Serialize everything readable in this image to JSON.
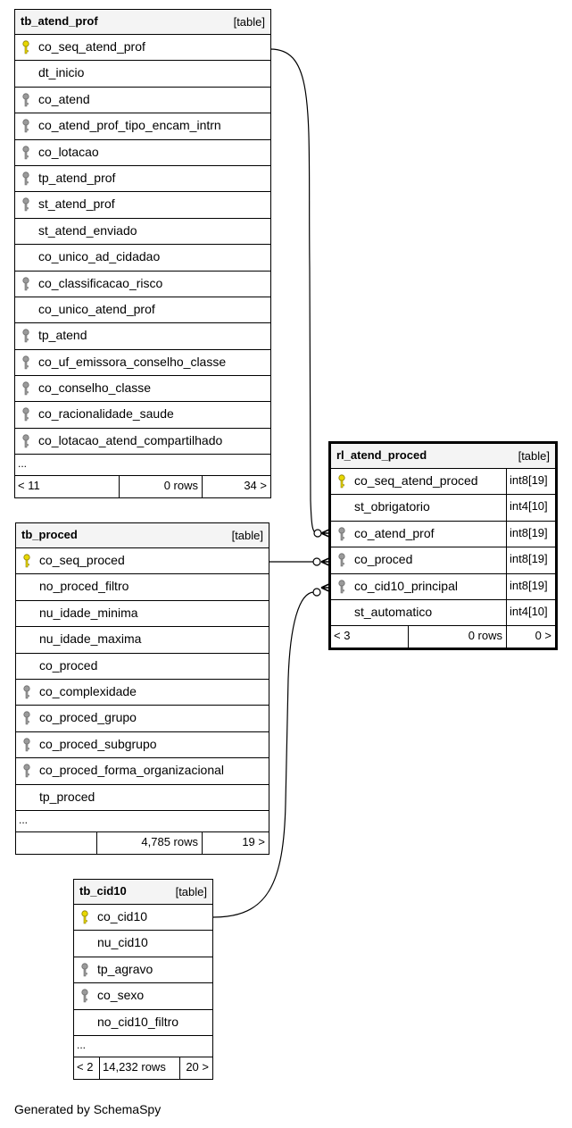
{
  "tables": {
    "tb_atend_prof": {
      "name": "tb_atend_prof",
      "type_label": "[table]",
      "columns": [
        {
          "name": "co_seq_atend_prof",
          "key": "primary"
        },
        {
          "name": "dt_inicio",
          "key": "none"
        },
        {
          "name": "co_atend",
          "key": "foreign"
        },
        {
          "name": "co_atend_prof_tipo_encam_intrn",
          "key": "foreign"
        },
        {
          "name": "co_lotacao",
          "key": "foreign"
        },
        {
          "name": "tp_atend_prof",
          "key": "foreign"
        },
        {
          "name": "st_atend_prof",
          "key": "foreign"
        },
        {
          "name": "st_atend_enviado",
          "key": "none"
        },
        {
          "name": "co_unico_ad_cidadao",
          "key": "none"
        },
        {
          "name": "co_classificacao_risco",
          "key": "foreign"
        },
        {
          "name": "co_unico_atend_prof",
          "key": "none"
        },
        {
          "name": "tp_atend",
          "key": "foreign"
        },
        {
          "name": "co_uf_emissora_conselho_classe",
          "key": "foreign"
        },
        {
          "name": "co_conselho_classe",
          "key": "foreign"
        },
        {
          "name": "co_racionalidade_saude",
          "key": "foreign"
        },
        {
          "name": "co_lotacao_atend_compartilhado",
          "key": "foreign"
        }
      ],
      "ellipsis": "...",
      "footer": {
        "parents": "< 11",
        "rows": "0 rows",
        "children": "34 >"
      }
    },
    "tb_proced": {
      "name": "tb_proced",
      "type_label": "[table]",
      "columns": [
        {
          "name": "co_seq_proced",
          "key": "primary"
        },
        {
          "name": "no_proced_filtro",
          "key": "none"
        },
        {
          "name": "nu_idade_minima",
          "key": "none"
        },
        {
          "name": "nu_idade_maxima",
          "key": "none"
        },
        {
          "name": "co_proced",
          "key": "none"
        },
        {
          "name": "co_complexidade",
          "key": "foreign"
        },
        {
          "name": "co_proced_grupo",
          "key": "foreign"
        },
        {
          "name": "co_proced_subgrupo",
          "key": "foreign"
        },
        {
          "name": "co_proced_forma_organizacional",
          "key": "foreign"
        },
        {
          "name": "tp_proced",
          "key": "none"
        }
      ],
      "ellipsis": "...",
      "footer": {
        "parents": "",
        "rows": "4,785 rows",
        "children": "19 >"
      }
    },
    "tb_cid10": {
      "name": "tb_cid10",
      "type_label": "[table]",
      "columns": [
        {
          "name": "co_cid10",
          "key": "primary"
        },
        {
          "name": "nu_cid10",
          "key": "none"
        },
        {
          "name": "tp_agravo",
          "key": "foreign"
        },
        {
          "name": "co_sexo",
          "key": "foreign"
        },
        {
          "name": "no_cid10_filtro",
          "key": "none"
        }
      ],
      "ellipsis": "...",
      "footer": {
        "parents": "< 2",
        "rows": "14,232 rows",
        "children": "20 >"
      }
    },
    "rl_atend_proced": {
      "name": "rl_atend_proced",
      "type_label": "[table]",
      "columns": [
        {
          "name": "co_seq_atend_proced",
          "key": "primary",
          "type": "int8[19]"
        },
        {
          "name": "st_obrigatorio",
          "key": "none",
          "type": "int4[10]"
        },
        {
          "name": "co_atend_prof",
          "key": "foreign",
          "type": "int8[19]"
        },
        {
          "name": "co_proced",
          "key": "foreign",
          "type": "int8[19]"
        },
        {
          "name": "co_cid10_principal",
          "key": "foreign",
          "type": "int8[19]"
        },
        {
          "name": "st_automatico",
          "key": "none",
          "type": "int4[10]"
        }
      ],
      "footer": {
        "parents": "< 3",
        "rows": "0 rows",
        "children": "0 >"
      }
    }
  },
  "relationships": [
    {
      "from": "rl_atend_proced.co_atend_prof",
      "to": "tb_atend_prof.co_seq_atend_prof"
    },
    {
      "from": "rl_atend_proced.co_proced",
      "to": "tb_proced.co_seq_proced"
    },
    {
      "from": "rl_atend_proced.co_cid10_principal",
      "to": "tb_cid10.co_cid10"
    }
  ],
  "colors": {
    "primary_key": "#e8d800",
    "foreign_key": "#9a9a9a",
    "header_bg": "#f4f4f4",
    "border": "#000000"
  },
  "footer_note": "Generated by SchemaSpy"
}
